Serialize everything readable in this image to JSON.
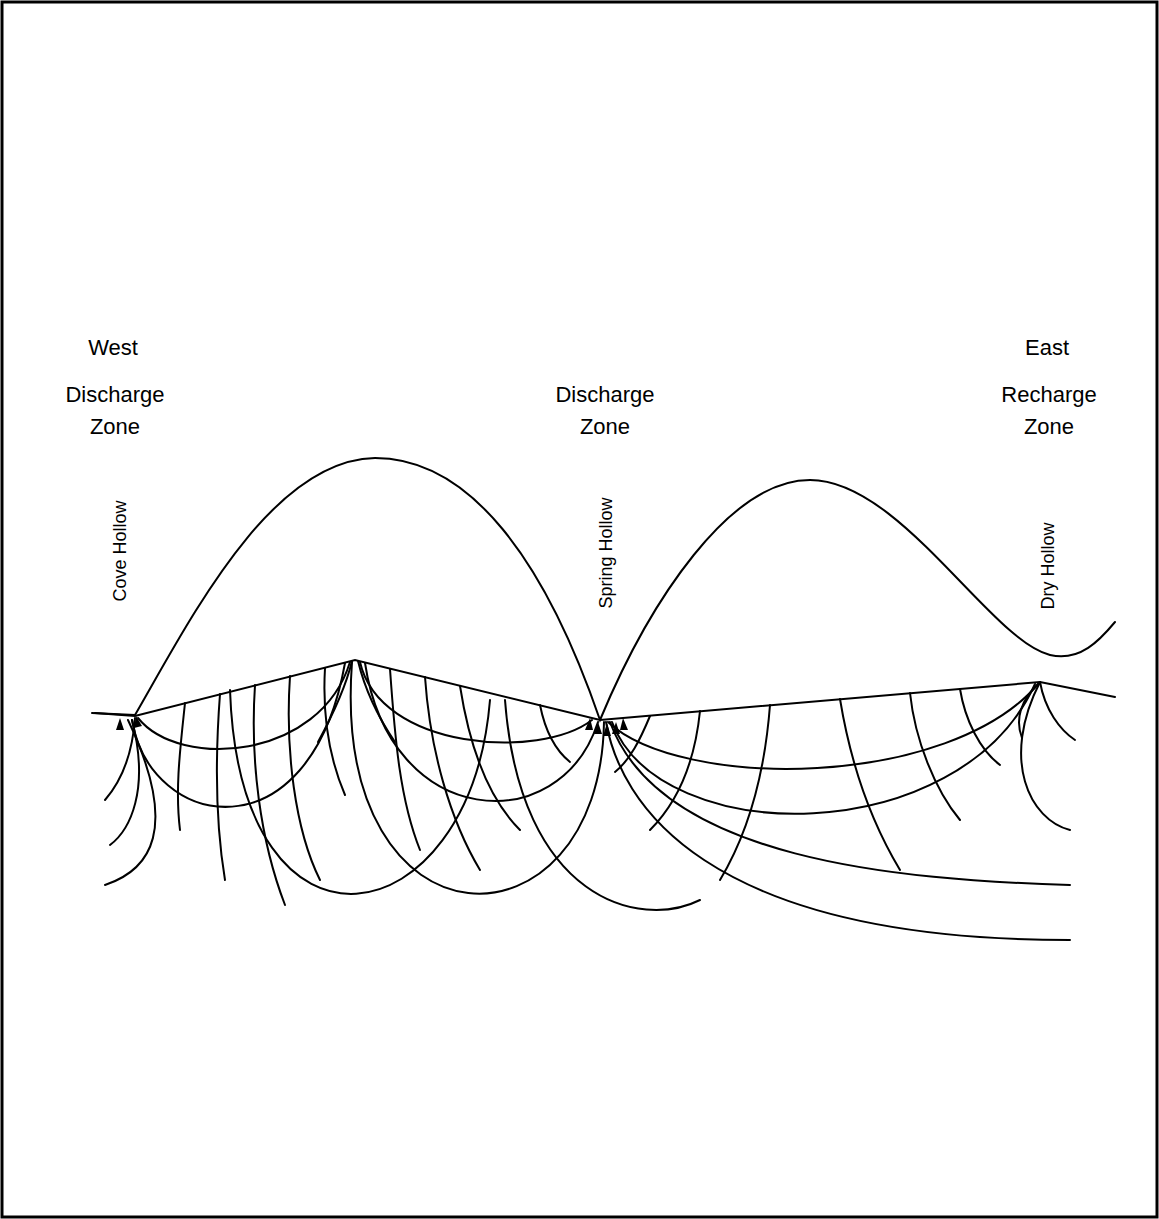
{
  "diagram": {
    "labels": [
      "West",
      "Discharge Zone",
      "Cove Hollow",
      "Discharge Zone",
      "Spring Hollow",
      "East",
      "Recharge Zone",
      "Dry Hollow"
    ]
  }
}
